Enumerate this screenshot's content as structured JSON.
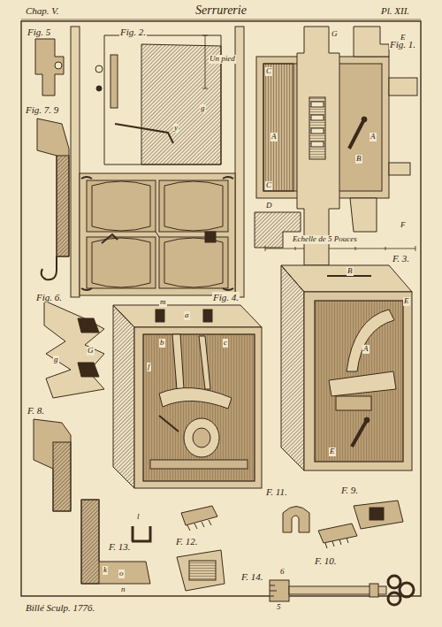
{
  "diagram": {
    "title": "Serrurerie",
    "labels": [
      "Chap. V.",
      "Pl. XII.",
      "Fig. 5",
      "Fig. 2.",
      "Un pied",
      "Fig. 1.",
      "Fig. 7. 9",
      "Echelle de 5 Pouces",
      "F. 3.",
      "Fig. 6.",
      "Fig. 4.",
      "F. 8.",
      "F. 13.",
      "F. 12.",
      "F. 11.",
      "F. 9.",
      "F. 10.",
      "F. 14.",
      "Billé Sculp. 1776.",
      "A",
      "A",
      "B",
      "C",
      "C",
      "D",
      "E",
      "F",
      "G",
      "B",
      "A",
      "E",
      "E",
      "a",
      "b",
      "c",
      "f",
      "G",
      "g",
      "k",
      "o",
      "n",
      "l",
      "y",
      "g",
      "m",
      "6",
      "5"
    ]
  }
}
